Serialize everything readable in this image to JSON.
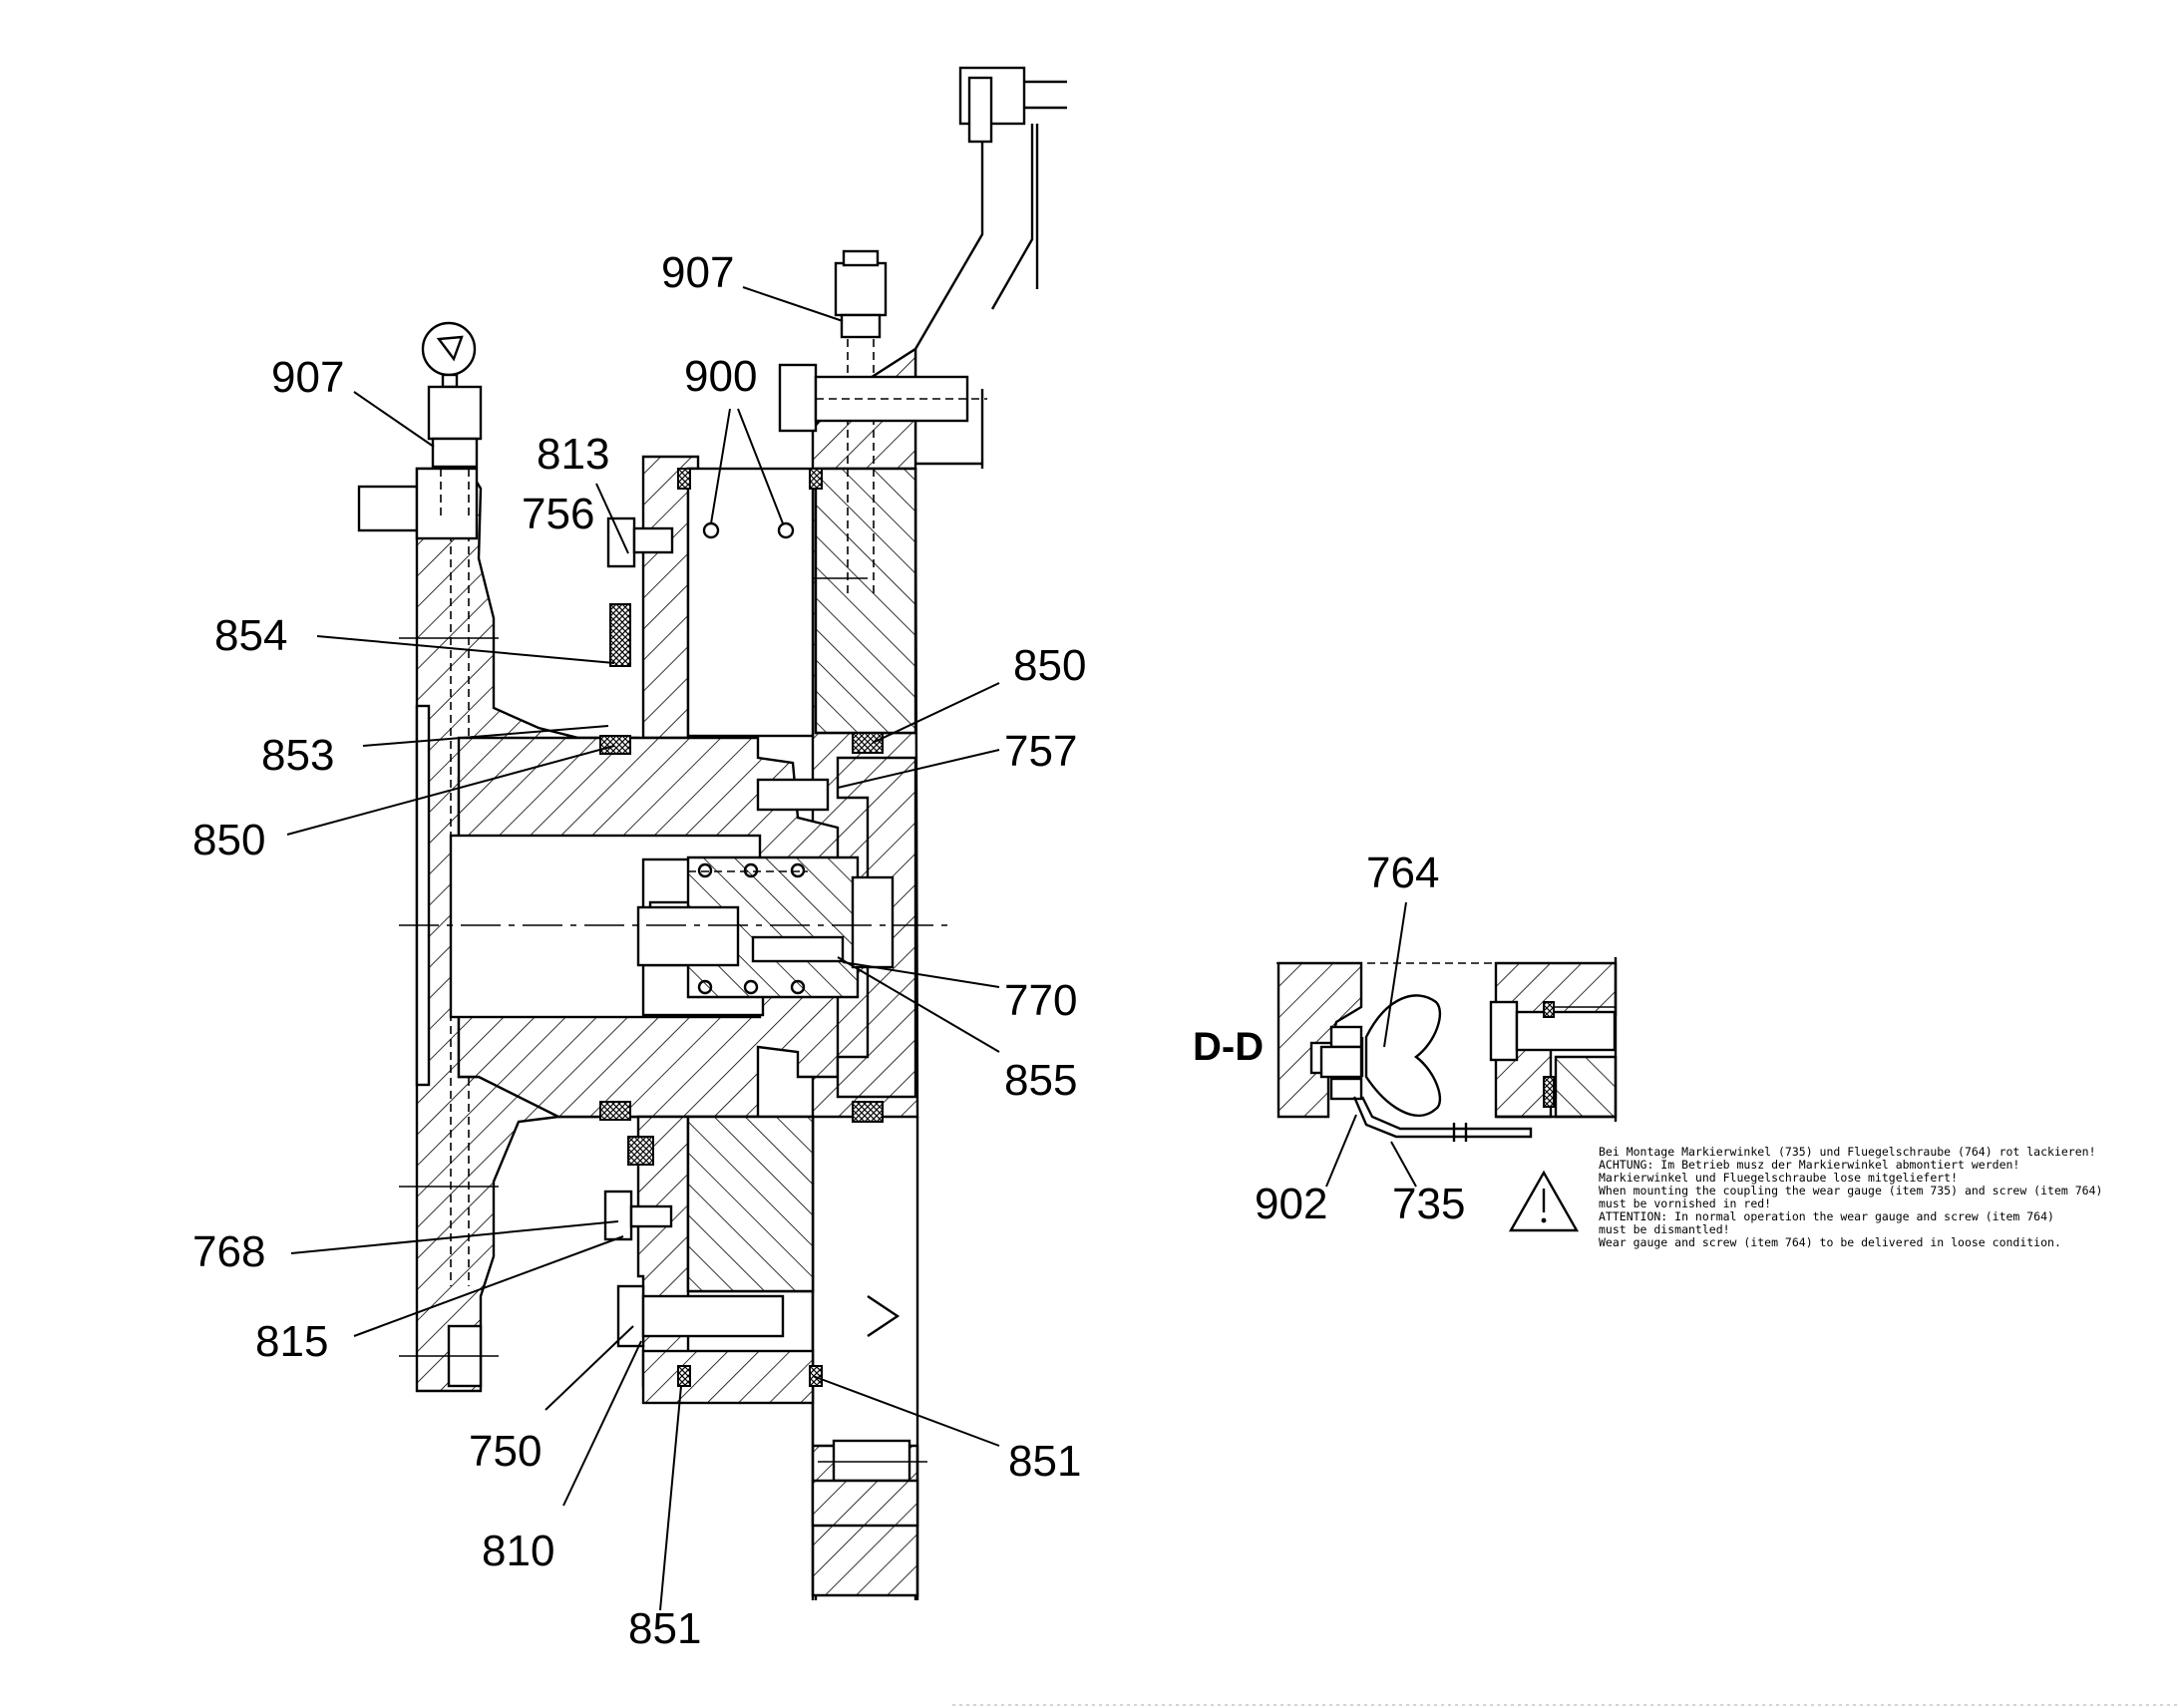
{
  "labels": {
    "l907a": "907",
    "l907b": "907",
    "l900": "900",
    "l813": "813",
    "l756": "756",
    "l854": "854",
    "l853": "853",
    "l850a": "850",
    "l850b": "850",
    "l757": "757",
    "l770": "770",
    "l855": "855",
    "l768": "768",
    "l815": "815",
    "l750": "750",
    "l810": "810",
    "l851a": "851",
    "l851b": "851",
    "l764": "764",
    "l902": "902",
    "l735": "735"
  },
  "section_title": "D-D",
  "notes": [
    "Bei Montage Markierwinkel (735) und Fluegelschraube (764) rot lackieren!",
    "ACHTUNG: Im Betrieb musz der Markierwinkel abmontiert werden!",
    "Markierwinkel und Fluegelschraube lose mitgeliefert!",
    "When mounting the coupling the wear gauge (item 735) and screw (item 764)",
    "must be vornished in red!",
    "ATTENTION: In normal operation the wear gauge and screw (item 764)",
    "must be dismantled!",
    "Wear gauge and screw (item 764) to be delivered in loose condition."
  ],
  "icons": {
    "warning": "warning-triangle-icon",
    "surface": "surface-finish-symbol-icon"
  }
}
